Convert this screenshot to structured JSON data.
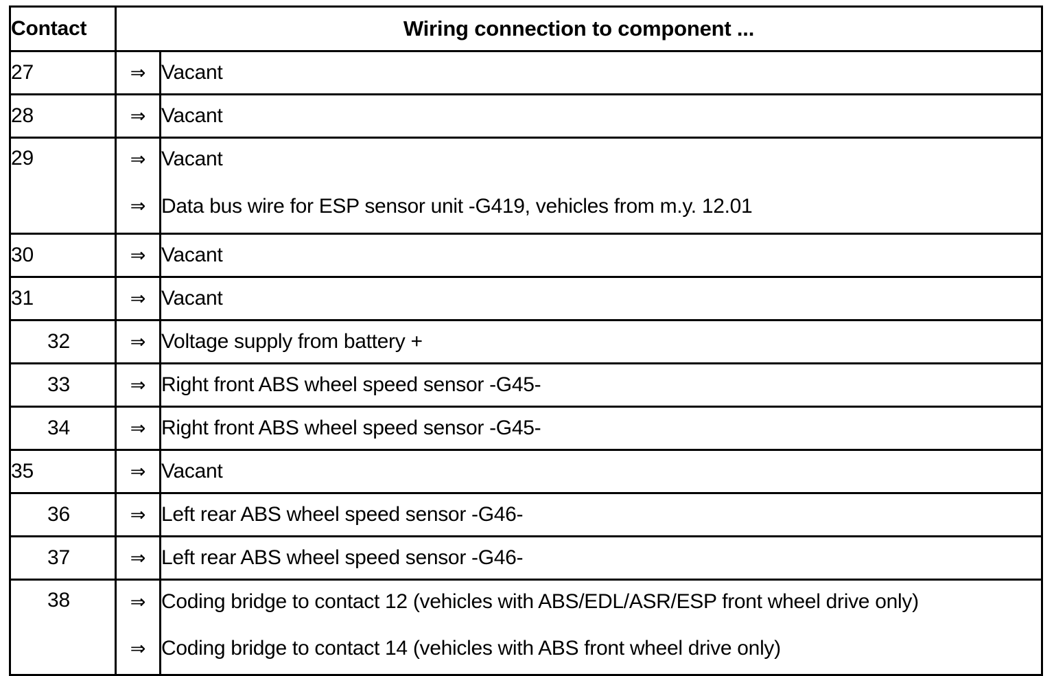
{
  "document": {
    "type": "wiring-connection-table",
    "title": "Contact / Wiring connection table"
  },
  "table": {
    "headers": {
      "contact": "Contact",
      "wiring": "Wiring connection to component ..."
    },
    "arrow_icon": "⇒",
    "rows": [
      {
        "contact": "27",
        "indent": false,
        "entries": [
          "Vacant"
        ]
      },
      {
        "contact": "28",
        "indent": false,
        "entries": [
          "Vacant"
        ]
      },
      {
        "contact": "29",
        "indent": false,
        "entries": [
          "Vacant",
          "Data bus wire for ESP sensor unit -G419, vehicles from m.y. 12.01"
        ]
      },
      {
        "contact": "30",
        "indent": false,
        "entries": [
          "Vacant"
        ]
      },
      {
        "contact": "31",
        "indent": false,
        "entries": [
          "Vacant"
        ]
      },
      {
        "contact": "32",
        "indent": true,
        "entries": [
          "Voltage supply from battery +"
        ]
      },
      {
        "contact": "33",
        "indent": true,
        "entries": [
          "Right front ABS wheel speed sensor -G45-"
        ]
      },
      {
        "contact": "34",
        "indent": true,
        "entries": [
          "Right front ABS wheel speed sensor -G45-"
        ]
      },
      {
        "contact": "35",
        "indent": false,
        "entries": [
          "Vacant"
        ]
      },
      {
        "contact": "36",
        "indent": true,
        "entries": [
          "Left rear ABS wheel speed sensor -G46-"
        ]
      },
      {
        "contact": "37",
        "indent": true,
        "entries": [
          "Left rear ABS wheel speed sensor -G46-"
        ]
      },
      {
        "contact": "38",
        "indent": true,
        "entries": [
          "Coding bridge to contact 12 (vehicles with ABS/EDL/ASR/ESP front wheel drive only)",
          "Coding bridge to contact 14 (vehicles with ABS front wheel drive only)"
        ]
      }
    ]
  },
  "colors": {
    "border": "#000000",
    "text": "#000000",
    "background": "#ffffff"
  }
}
